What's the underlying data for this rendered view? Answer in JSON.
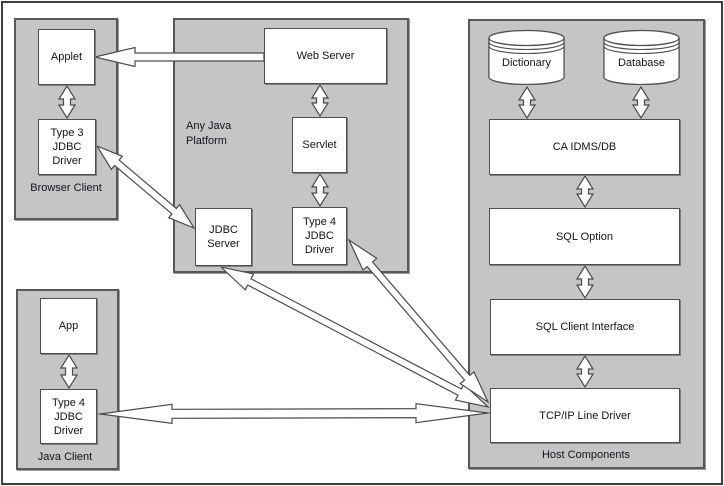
{
  "colors": {
    "group_fill": "#c5c5c6",
    "node_fill": "#ffffff",
    "border": "#58585a",
    "text": "#141418",
    "arrow_fill": "#ffffff",
    "arrow_outline": "#4b4b4e"
  },
  "diagram": {
    "groups": [
      {
        "id": "browser-client",
        "label": "Browser Client"
      },
      {
        "id": "any-java-platform",
        "label": "Any Java Platform"
      },
      {
        "id": "java-client",
        "label": "Java Client"
      },
      {
        "id": "host-components",
        "label": "Host Components"
      }
    ],
    "nodes": [
      {
        "id": "applet",
        "group": "browser-client",
        "shape": "box",
        "label": "Applet"
      },
      {
        "id": "type3-jdbc-driver",
        "group": "browser-client",
        "shape": "box",
        "label": "Type 3 JDBC Driver"
      },
      {
        "id": "web-server",
        "group": "any-java-platform",
        "shape": "box",
        "label": "Web Server"
      },
      {
        "id": "servlet",
        "group": "any-java-platform",
        "shape": "box",
        "label": "Servlet"
      },
      {
        "id": "jdbc-server",
        "group": "any-java-platform",
        "shape": "box",
        "label": "JDBC Server"
      },
      {
        "id": "type4-jdbc-driver-platform",
        "group": "any-java-platform",
        "shape": "box",
        "label": "Type 4 JDBC Driver"
      },
      {
        "id": "app",
        "group": "java-client",
        "shape": "box",
        "label": "App"
      },
      {
        "id": "type4-jdbc-driver-client",
        "group": "java-client",
        "shape": "box",
        "label": "Type 4 JDBC Driver"
      },
      {
        "id": "dictionary",
        "group": "host-components",
        "shape": "cylinder",
        "label": "Dictionary"
      },
      {
        "id": "database",
        "group": "host-components",
        "shape": "cylinder",
        "label": "Database"
      },
      {
        "id": "ca-idms-db",
        "group": "host-components",
        "shape": "box",
        "label": "CA IDMS/DB"
      },
      {
        "id": "sql-option",
        "group": "host-components",
        "shape": "box",
        "label": "SQL Option"
      },
      {
        "id": "sql-client-interface",
        "group": "host-components",
        "shape": "box",
        "label": "SQL Client Interface"
      },
      {
        "id": "tcpip-line-driver",
        "group": "host-components",
        "shape": "box",
        "label": "TCP/IP Line Driver"
      }
    ],
    "edges": [
      {
        "from": "web-server",
        "to": "applet",
        "heads": "end"
      },
      {
        "from": "applet",
        "to": "type3-jdbc-driver",
        "heads": "both"
      },
      {
        "from": "type3-jdbc-driver",
        "to": "jdbc-server",
        "heads": "both"
      },
      {
        "from": "web-server",
        "to": "servlet",
        "heads": "both"
      },
      {
        "from": "servlet",
        "to": "type4-jdbc-driver-platform",
        "heads": "both"
      },
      {
        "from": "jdbc-server",
        "to": "tcpip-line-driver",
        "heads": "both"
      },
      {
        "from": "type4-jdbc-driver-platform",
        "to": "tcpip-line-driver",
        "heads": "both"
      },
      {
        "from": "type4-jdbc-driver-client",
        "to": "tcpip-line-driver",
        "heads": "both"
      },
      {
        "from": "app",
        "to": "type4-jdbc-driver-client",
        "heads": "both"
      },
      {
        "from": "dictionary",
        "to": "ca-idms-db",
        "heads": "both"
      },
      {
        "from": "database",
        "to": "ca-idms-db",
        "heads": "both"
      },
      {
        "from": "ca-idms-db",
        "to": "sql-option",
        "heads": "both"
      },
      {
        "from": "sql-option",
        "to": "sql-client-interface",
        "heads": "both"
      },
      {
        "from": "sql-client-interface",
        "to": "tcpip-line-driver",
        "heads": "both"
      }
    ]
  }
}
